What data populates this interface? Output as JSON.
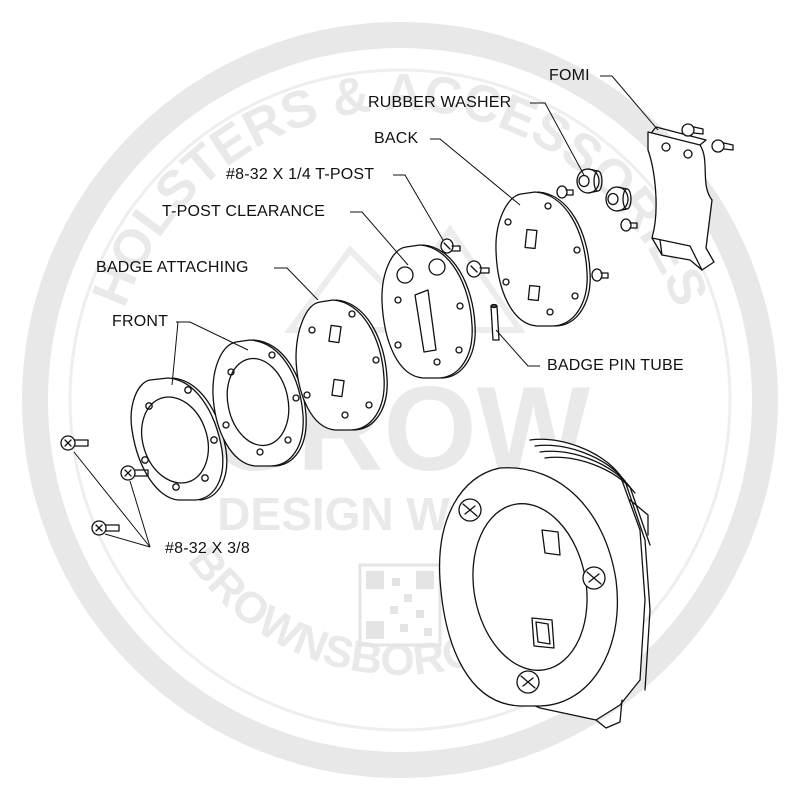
{
  "labels": {
    "fomi": "FOMI",
    "rubber_washer": "RUBBER WASHER",
    "back": "BACK",
    "t_post": "#8-32 X 1/4 T-POST",
    "t_post_clearance": "T-POST CLEARANCE",
    "badge_attaching": "BADGE ATTACHING",
    "front": "FRONT",
    "badge_pin_tube": "BADGE PIN TUBE",
    "screw_spec": "#8-32 X 3/8"
  },
  "watermark": {
    "top_arc": "HOLSTERS & ACCESSORIES",
    "brand": "CROW",
    "tagline": "DESIGN WORKS",
    "bottom_arc": "BROWNSBORO, TEXAS"
  },
  "colors": {
    "line": "#111111",
    "watermark": "#e6e6e6",
    "background": "#ffffff"
  }
}
